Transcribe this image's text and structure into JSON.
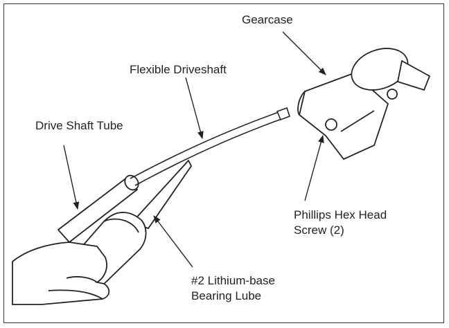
{
  "labels": {
    "gearcase": "Gearcase",
    "flexible_driveshaft": "Flexible Driveshaft",
    "drive_shaft_tube": "Drive Shaft Tube",
    "phillips_screw": [
      "Phillips Hex Head",
      "Screw (2)"
    ],
    "lube": [
      "#2 Lithium-base",
      "Bearing Lube"
    ]
  }
}
